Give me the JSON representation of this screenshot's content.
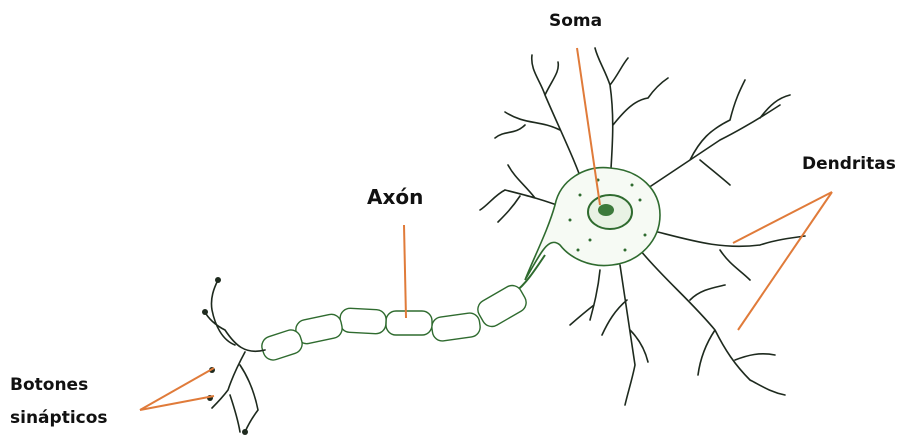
{
  "labels": {
    "soma": "Soma",
    "axon": "Axón",
    "dendrites": "Dendritas",
    "terminals_line1": "Botones",
    "terminals_line2": "sinápticos"
  },
  "colors": {
    "pointer": "#e07b3a",
    "membrane": "#2f6b2f",
    "dendrite": "#1e2a1e",
    "cell_fill": "#f6faf4"
  },
  "icons": [
    "neuron-illustration"
  ]
}
